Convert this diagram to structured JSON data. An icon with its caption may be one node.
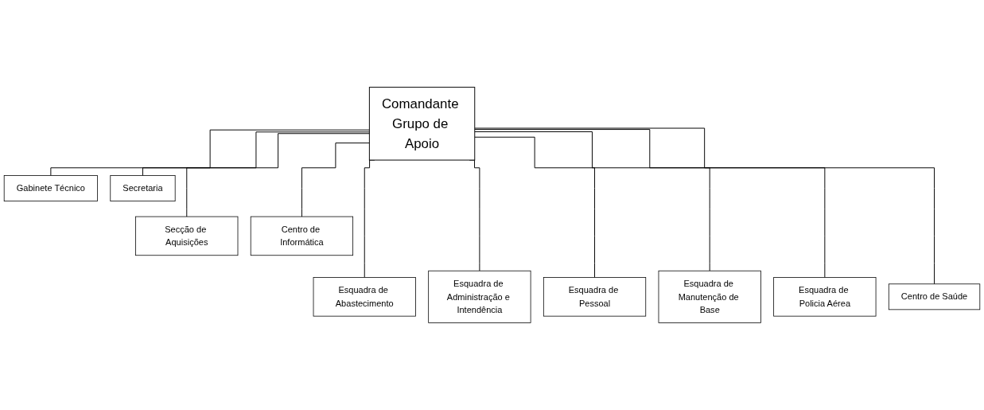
{
  "diagram": {
    "nodes": [
      {
        "text": [
          "Comandante Grupo de Apoio"
        ]
      },
      {
        "text": [
          "Gabinete Técnico"
        ]
      },
      {
        "text": [
          "Secretaria"
        ]
      },
      {
        "text": [
          "Secção de Aquisições"
        ]
      },
      {
        "text": [
          "Centro de Informática"
        ]
      },
      {
        "text": [
          "Esquadra de Abastecimento"
        ]
      },
      {
        "text": [
          "Esquadra de Administração e Intendência"
        ]
      },
      {
        "text": [
          "Esquadra de Pessoal"
        ]
      },
      {
        "text": [
          "Esquadra de Manutenção de Base"
        ]
      },
      {
        "text": [
          "Esquadra de Policia Aérea"
        ]
      },
      {
        "text": [
          "Centro de Saúde"
        ]
      }
    ],
    "edges": [
      {
        "from": 0,
        "to": 1,
        "arrow": "none"
      },
      {
        "from": 0,
        "to": 2,
        "arrow": "none"
      },
      {
        "from": 0,
        "to": 3,
        "arrow": "none"
      },
      {
        "from": 0,
        "to": 4,
        "arrow": "none"
      },
      {
        "from": 0,
        "to": 5,
        "arrow": "none"
      },
      {
        "from": 0,
        "to": 6,
        "arrow": "none"
      },
      {
        "from": 0,
        "to": 7,
        "arrow": "none"
      },
      {
        "from": 0,
        "to": 8,
        "arrow": "none"
      },
      {
        "from": 0,
        "to": 9,
        "arrow": "none"
      },
      {
        "from": 0,
        "to": 10,
        "arrow": "none"
      }
    ]
  }
}
